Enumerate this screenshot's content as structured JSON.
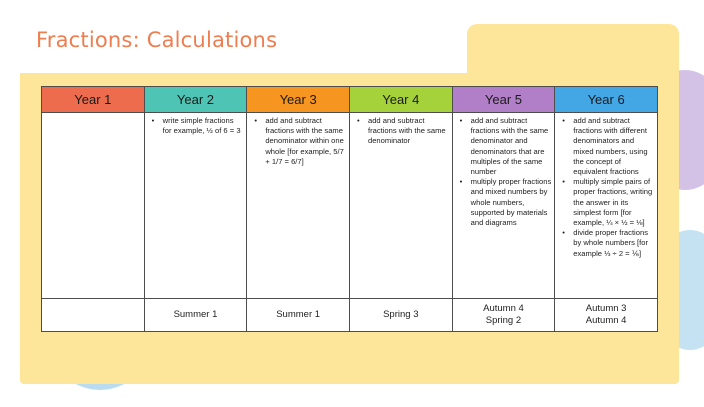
{
  "title": "Fractions: Calculations",
  "colors": {
    "title": "#ee7d4f",
    "card": "#fde69a",
    "year1": "#ec6c4d",
    "year2": "#4ec5b4",
    "year3": "#f6951f",
    "year4": "#a5d13a",
    "year5": "#b07fc7",
    "year6": "#43a7e6"
  },
  "columns": [
    {
      "header": "Year 1",
      "color": "#ec6c4d",
      "bullets": [],
      "term": []
    },
    {
      "header": "Year 2",
      "color": "#4ec5b4",
      "bullets": [
        "write simple fractions for example, ½ of 6 = 3"
      ],
      "term": [
        "Summer 1"
      ]
    },
    {
      "header": "Year 3",
      "color": "#f6951f",
      "bullets": [
        "add and subtract fractions with the same denominator within one whole [for example, 5/7 + 1/7 = 6/7]"
      ],
      "term": [
        "Summer 1"
      ]
    },
    {
      "header": "Year 4",
      "color": "#a5d13a",
      "bullets": [
        "add and subtract fractions with the same denominator"
      ],
      "term": [
        "Spring 3"
      ]
    },
    {
      "header": "Year 5",
      "color": "#b07fc7",
      "bullets": [
        "add and subtract fractions with the same denominator and denominators that are multiples of the same number",
        "multiply proper fractions and mixed numbers by whole numbers, supported by materials and diagrams"
      ],
      "term": [
        "Autumn 4",
        "Spring 2"
      ]
    },
    {
      "header": "Year 6",
      "color": "#43a7e6",
      "bullets": [
        "add and subtract fractions with different denominators and mixed numbers, using the concept of equivalent fractions",
        "multiply simple pairs of proper fractions, writing the answer in its simplest form [for example, ¼ × ½ = ⅛]",
        "divide proper fractions by whole numbers [for example ⅓ ÷ 2 = ⅙]"
      ],
      "term": [
        "Autumn 3",
        "Autumn 4"
      ]
    }
  ]
}
